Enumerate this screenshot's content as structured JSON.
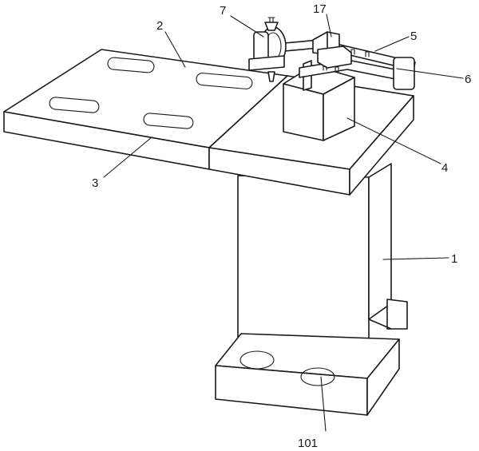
{
  "labels": {
    "frame": "1",
    "base": "101",
    "plate": "2",
    "slot": "3",
    "block": "4",
    "rail_upper": "5",
    "rail_lower": "6",
    "cutter": "7",
    "slider": "17"
  }
}
